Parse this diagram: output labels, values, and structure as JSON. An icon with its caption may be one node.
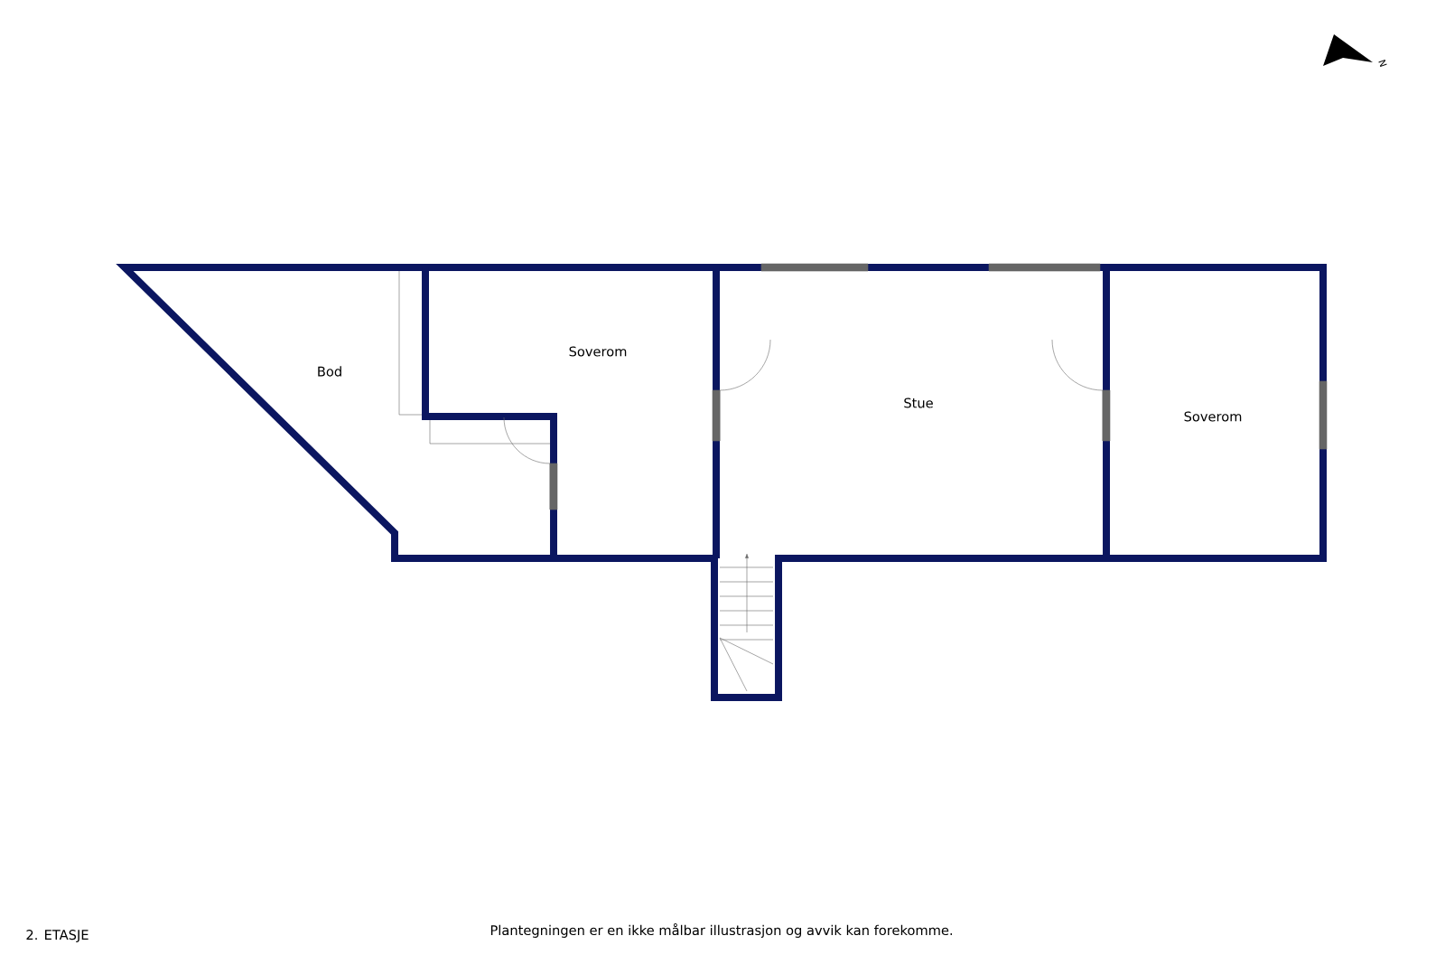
{
  "diagram": {
    "title": "2. ETASJE",
    "caption": "Plantegningen er en ikke målbar illustrasjon og avvik kan forekomme.",
    "labels": [
      "Bod",
      "Soverom",
      "Stue",
      "Soverom",
      "N"
    ]
  }
}
